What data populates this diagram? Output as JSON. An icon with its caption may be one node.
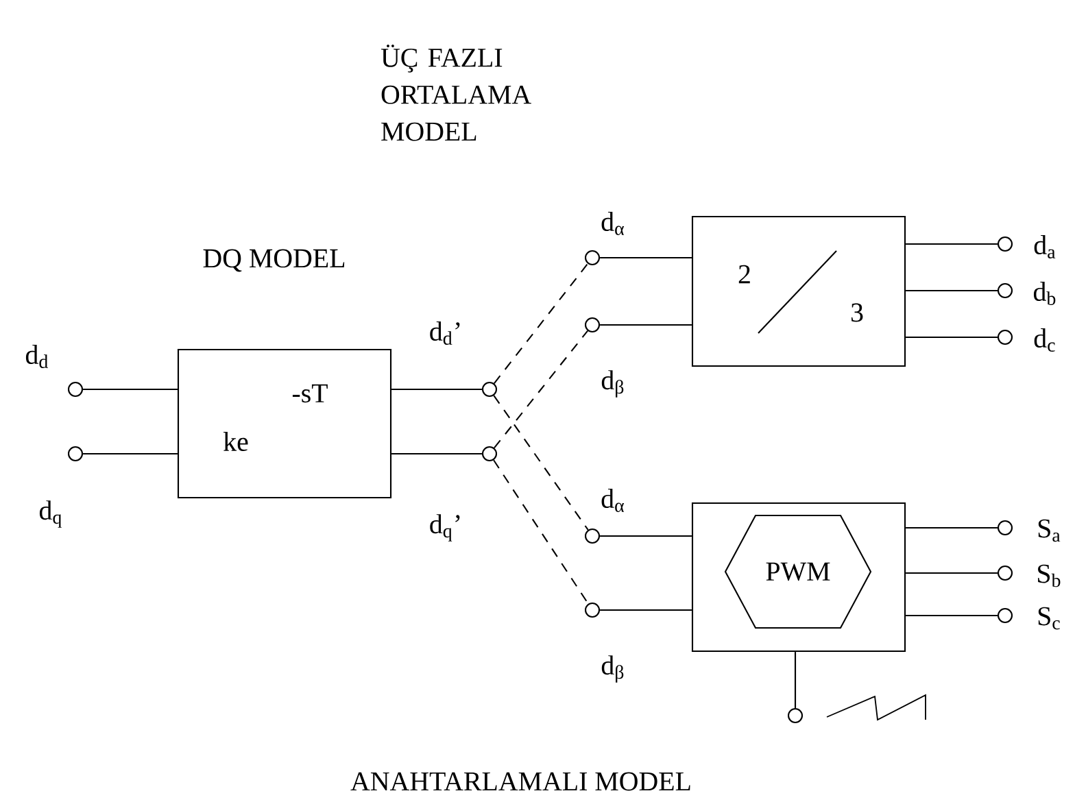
{
  "diagram": {
    "nodes": [
      {
        "text": [
          "ke",
          "-sT"
        ]
      },
      {
        "text": [
          "2",
          "3"
        ]
      },
      {
        "text": [],
        "shape": "box"
      },
      {
        "text": [
          "PWM"
        ],
        "in": 2
      },
      {
        "text": [],
        "shape": "circle",
        "beside": [
          "d$_{d}$"
        ]
      },
      {
        "text": [],
        "shape": "circle",
        "beside": [
          "d$_{q}$"
        ]
      },
      {
        "text": [],
        "shape": "circle",
        "beside": [
          "d$_{d}$’"
        ]
      },
      {
        "text": [],
        "shape": "circle",
        "beside": [
          "d$_{q}$’"
        ]
      },
      {
        "text": [],
        "shape": "circle",
        "beside": [
          "d$_{α}$"
        ]
      },
      {
        "text": [],
        "shape": "circle",
        "beside": [
          "d$_{β}$"
        ]
      },
      {
        "text": [],
        "shape": "circle",
        "beside": [
          "d$_{a}$"
        ]
      },
      {
        "text": [],
        "shape": "circle",
        "beside": [
          "d$_{b}$"
        ]
      },
      {
        "text": [],
        "shape": "circle",
        "beside": [
          "d$_{c}$"
        ]
      },
      {
        "text": [],
        "shape": "circle",
        "beside": [
          "d$_{α}$"
        ]
      },
      {
        "text": [],
        "shape": "circle",
        "beside": [
          "d$_{β}$"
        ]
      },
      {
        "text": [],
        "shape": "circle",
        "beside": [
          "S$_{a}$"
        ]
      },
      {
        "text": [],
        "shape": "circle",
        "beside": [
          "S$_{b}$"
        ]
      },
      {
        "text": [],
        "shape": "circle",
        "beside": [
          "S$_{c}$"
        ]
      },
      {
        "text": [],
        "shape": "circle"
      }
    ],
    "edges": [
      {
        "from": 4,
        "to": 0,
        "arrow": "none"
      },
      {
        "from": 5,
        "to": 0,
        "arrow": "none"
      },
      {
        "from": 0,
        "to": 6,
        "arrow": "none"
      },
      {
        "from": 0,
        "to": 7,
        "arrow": "none"
      },
      {
        "from": 6,
        "to": 8,
        "arrow": "none",
        "style": "dashed"
      },
      {
        "from": 6,
        "to": 13,
        "arrow": "none",
        "style": "dashed"
      },
      {
        "from": 7,
        "to": 9,
        "arrow": "none",
        "style": "dashed"
      },
      {
        "from": 7,
        "to": 14,
        "arrow": "none",
        "style": "dashed"
      },
      {
        "from": 8,
        "to": 1,
        "arrow": "none"
      },
      {
        "from": 9,
        "to": 1,
        "arrow": "none"
      },
      {
        "from": 1,
        "to": 10,
        "arrow": "none"
      },
      {
        "from": 1,
        "to": 11,
        "arrow": "none"
      },
      {
        "from": 1,
        "to": 12,
        "arrow": "none"
      },
      {
        "from": 13,
        "to": 2,
        "arrow": "none"
      },
      {
        "from": 14,
        "to": 2,
        "arrow": "none"
      },
      {
        "from": 2,
        "to": 15,
        "arrow": "none"
      },
      {
        "from": 2,
        "to": 16,
        "arrow": "none"
      },
      {
        "from": 2,
        "to": 17,
        "arrow": "none"
      },
      {
        "from": 18,
        "to": 2,
        "arrow": "none"
      }
    ],
    "labels": [
      "ÜÇ FAZLI ORTALAMA MODEL",
      "DQ MODEL",
      "ANAHTARLAMALI MODEL"
    ]
  }
}
